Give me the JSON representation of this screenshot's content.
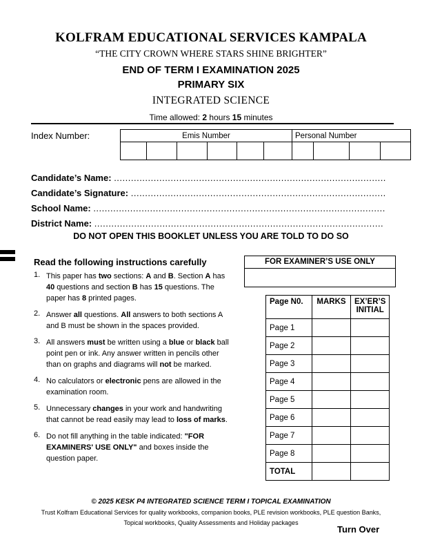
{
  "header": {
    "school": "KOLFRAM EDUCATIONAL  SERVICES KAMPALA",
    "motto": "“THE CITY CROWN WHERE STARS SHINE BRIGHTER”",
    "exam": "END OF TERM I EXAMINATION 2025",
    "class": "PRIMARY SIX",
    "subject": "INTEGRATED SCIENCE",
    "time_prefix": "Time allowed: ",
    "time_hours": "2",
    "time_mid": " hours ",
    "time_minutes": "15",
    "time_suffix": " minutes"
  },
  "index": {
    "label": "Index Number:",
    "emis_label": "Emis  Number",
    "personal_label": "Personal Number"
  },
  "fields": {
    "name": "Candidate’s Name:",
    "signature": "Candidate’s Signature:",
    "school": "School Name:",
    "district": "District Name:",
    "dots": "........................................................................................................................................"
  },
  "warning": "DO NOT OPEN THIS BOOKLET UNLESS YOU ARE TOLD TO DO SO",
  "instructions": {
    "title": "Read the following instructions carefully",
    "items": [
      {
        "num": "1.",
        "parts": [
          "This paper has ",
          {
            "b": "two"
          },
          " sections: ",
          {
            "b": "A"
          },
          " and ",
          {
            "b": "B"
          },
          ". Section ",
          {
            "b": "A"
          },
          " has ",
          {
            "b": "40"
          },
          " questions and section ",
          {
            "b": "B"
          },
          " has ",
          {
            "b": "15"
          },
          " questions. The paper has ",
          {
            "b": "8"
          },
          " printed pages."
        ]
      },
      {
        "num": "2.",
        "parts": [
          "Answer ",
          {
            "b": "all"
          },
          " questions. ",
          {
            "b": "All"
          },
          " answers to both sections A and B must be shown in the spaces provided."
        ]
      },
      {
        "num": "3.",
        "parts": [
          "All answers ",
          {
            "b": "must"
          },
          " be written using a ",
          {
            "b": "blue"
          },
          " or ",
          {
            "b": "black"
          },
          " ball point pen or ink. Any answer written in pencils other than on graphs and diagrams will ",
          {
            "b": "not"
          },
          " be marked."
        ]
      },
      {
        "num": "4.",
        "parts": [
          " No calculators or ",
          {
            "b": "electronic"
          },
          " pens are allowed in the examination room."
        ]
      },
      {
        "num": "5.",
        "parts": [
          "Unnecessary ",
          {
            "b": "changes"
          },
          " in your work and handwriting that cannot be read easily may lead to ",
          {
            "b": "loss of marks"
          },
          "."
        ]
      },
      {
        "num": "6.",
        "parts": [
          "Do not fill anything in the table indicated: ",
          {
            "b": "\"FOR EXAMINERS' USE ONLY\""
          },
          " and boxes inside the question paper."
        ]
      }
    ]
  },
  "examiner": {
    "title": "FOR EXAMINER’S USE ONLY",
    "col_page": "Page N0.",
    "col_marks": "MARKS",
    "col_initial": "EX’ER’S INITIAL",
    "rows": [
      "Page 1",
      "Page 2",
      "Page 3",
      "Page 4",
      "Page 5",
      "Page 6",
      "Page 7",
      "Page 8",
      "TOTAL"
    ]
  },
  "footer": {
    "copyright": "© 2025 KESK P4 INTEGRATED SCIENCE TERM I TOPICAL EXAMINATION",
    "line2": "Trust Kolfram Educational Services for quality workbooks, companion books, PLE revision workbooks, PLE question Banks,",
    "line3": "Topical workbooks, Quality Assessments and Holiday packages",
    "turn_over": "Turn Over"
  }
}
